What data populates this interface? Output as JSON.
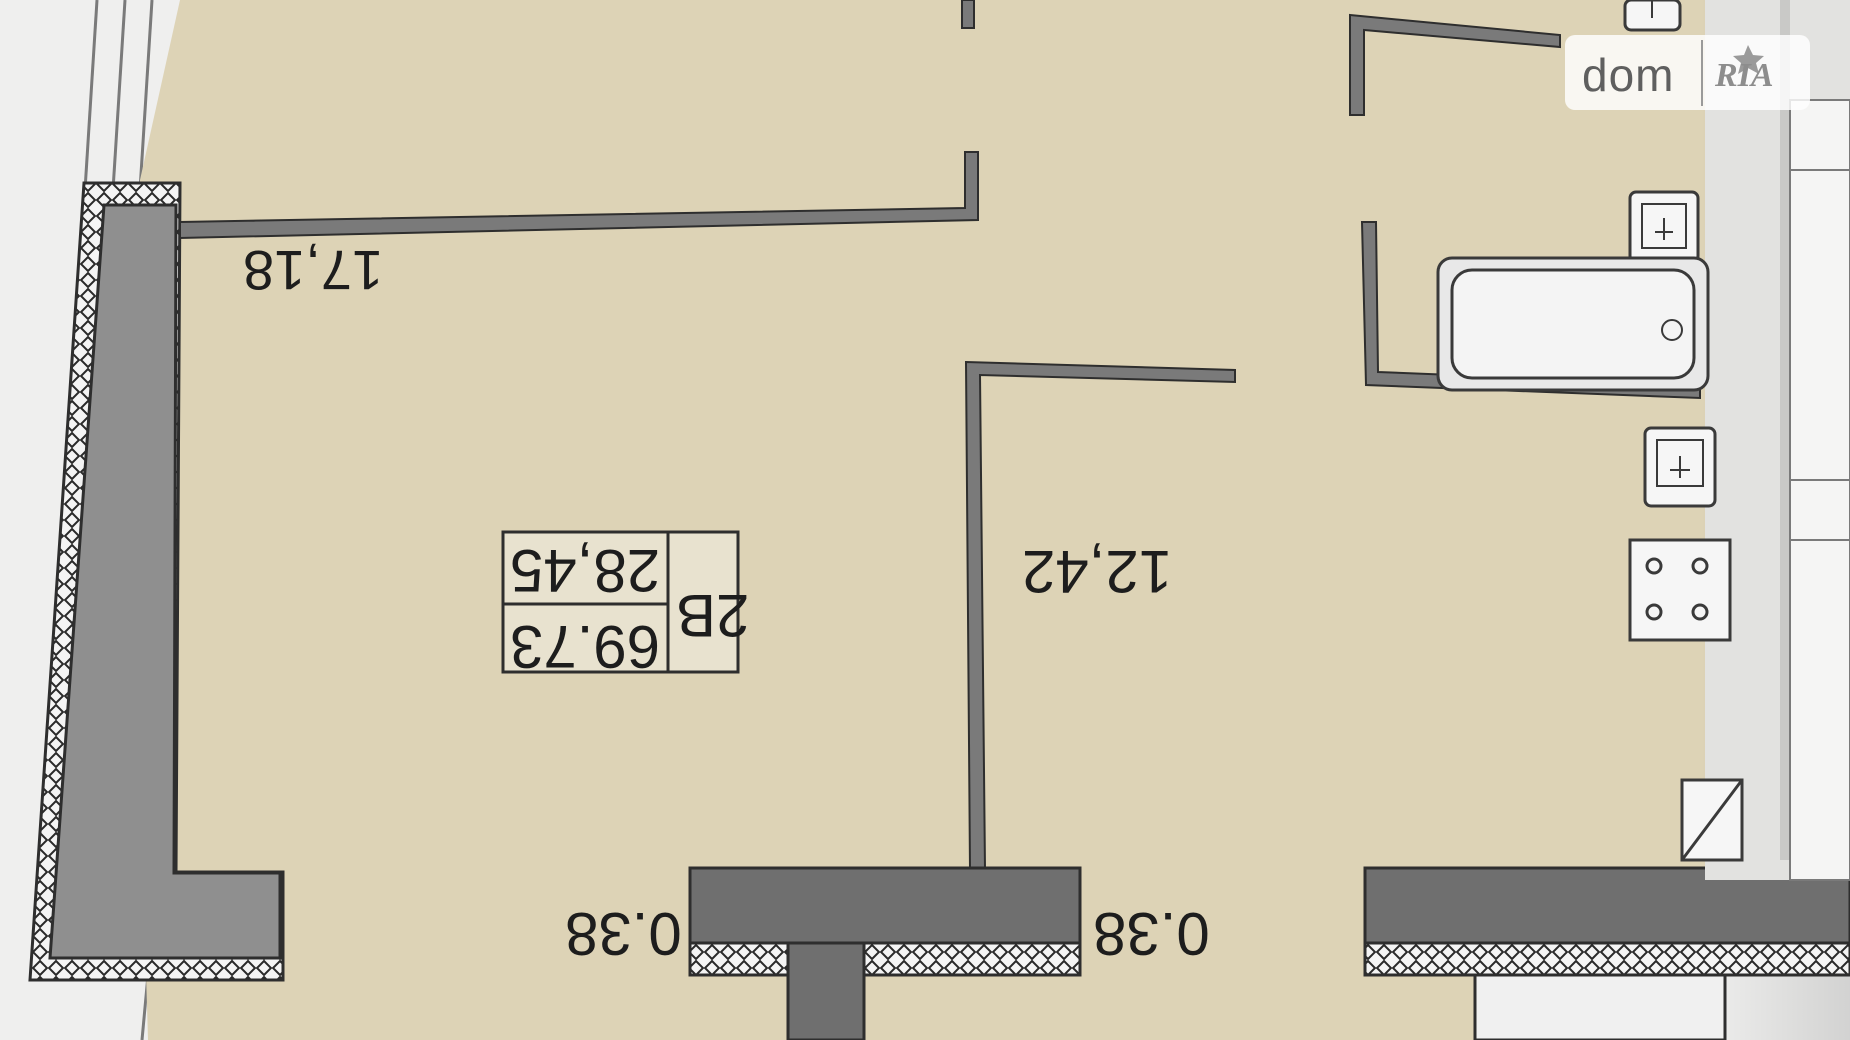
{
  "plan": {
    "dimensions": {
      "top_left_room": "17,18",
      "center_room": "12,42",
      "wall_left": "0.38",
      "wall_right": "0.38"
    },
    "room_tag": {
      "number": "2B",
      "area_top": "28,45",
      "area_bottom": "69.73"
    }
  },
  "watermark": {
    "text": "dom",
    "badge": "RIA"
  },
  "colors": {
    "floor": "#ddd3b6",
    "wall_dark": "#6f6f6f",
    "line": "#2e2e2e",
    "background": "#efefee"
  }
}
